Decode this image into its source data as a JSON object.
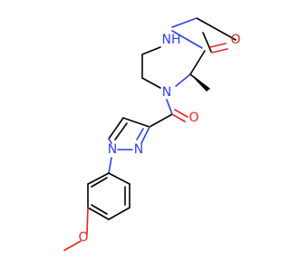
{
  "colors": {
    "background": "#ffffff",
    "carbon_bond": "#000000",
    "oxygen": "#e8231f",
    "nitrogen": "#2f3fe8"
  },
  "atoms": {
    "amide_nh": "NH",
    "ring_n": "N",
    "carbonyl_o_ring": "O",
    "carbonyl_o_amide": "O",
    "pyrazole_n1": "N",
    "pyrazole_n2": "N",
    "methoxy_o": "O"
  }
}
